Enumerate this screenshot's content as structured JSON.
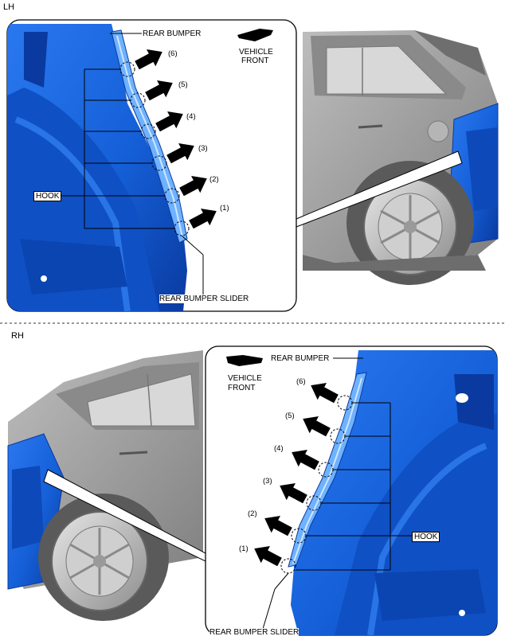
{
  "sections": {
    "lh_tag": "LH",
    "rh_tag": "RH"
  },
  "labels": {
    "rear_bumper": "REAR BUMPER",
    "vehicle_front_line1": "VEHICLE",
    "vehicle_front_line2": "FRONT",
    "hook": "HOOK",
    "rear_bumper_slider": "REAR BUMPER SLIDER"
  },
  "hook_numbers": [
    "(1)",
    "(2)",
    "(3)",
    "(4)",
    "(5)",
    "(6)"
  ],
  "colors": {
    "bumper_blue": "#1560d8",
    "bumper_dark": "#0a3fa8",
    "body_gray": "#9a9a9a",
    "dashed_divider": "#333333"
  }
}
